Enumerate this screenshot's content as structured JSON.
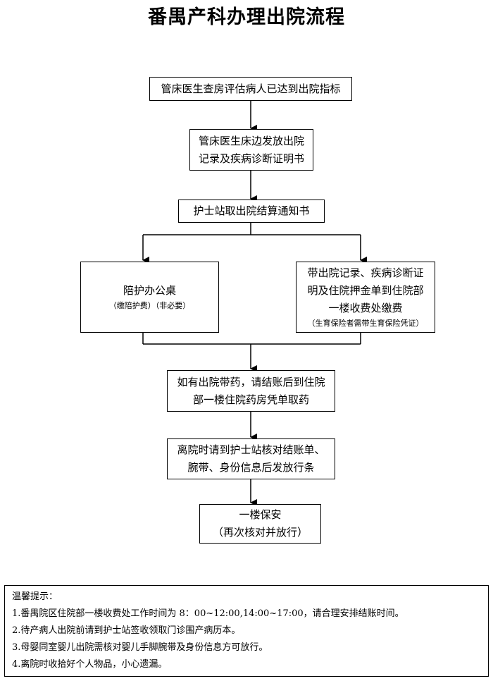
{
  "title": "番禺产科办理出院流程",
  "flow": {
    "step1": "管床医生查房评估病人已达到出院指标",
    "step2_line1": "管床医生床边发放出院",
    "step2_line2": "记录及疾病诊断证明书",
    "step3": "护士站取出院结算通知书",
    "left_main": "陪护办公桌",
    "left_note": "（缴陪护费）（非必要）",
    "right_line1": "带出院记录、疾病诊断证",
    "right_line2": "明及住院押金单到住院部",
    "right_line3": "一楼收费处缴费",
    "right_note": "（生育保险者需带生育保险凭证）",
    "step5_line1": "如有出院带药，请结账后到住院",
    "step5_line2": "部一楼住院药房凭单取药",
    "step6_line1": "离院时请到护士站核对结账单、",
    "step6_line2": "腕带、身份信息后发放行条",
    "step7_line1": "一楼保安",
    "step7_line2": "（再次核对并放行）"
  },
  "notes": {
    "heading": "温馨提示：",
    "items": [
      "1.番禺院区住院部一楼收费处工作时间为 8：00~12:00,14:00~17:00，请合理安排结账时间。",
      "2.待产病人出院前请到护士站签收领取门诊围产病历本。",
      "3.母婴同室婴儿出院需核对婴儿手脚腕带及身份信息方可放行。",
      "4.离院时收拾好个人物品，小心遗漏。"
    ]
  }
}
